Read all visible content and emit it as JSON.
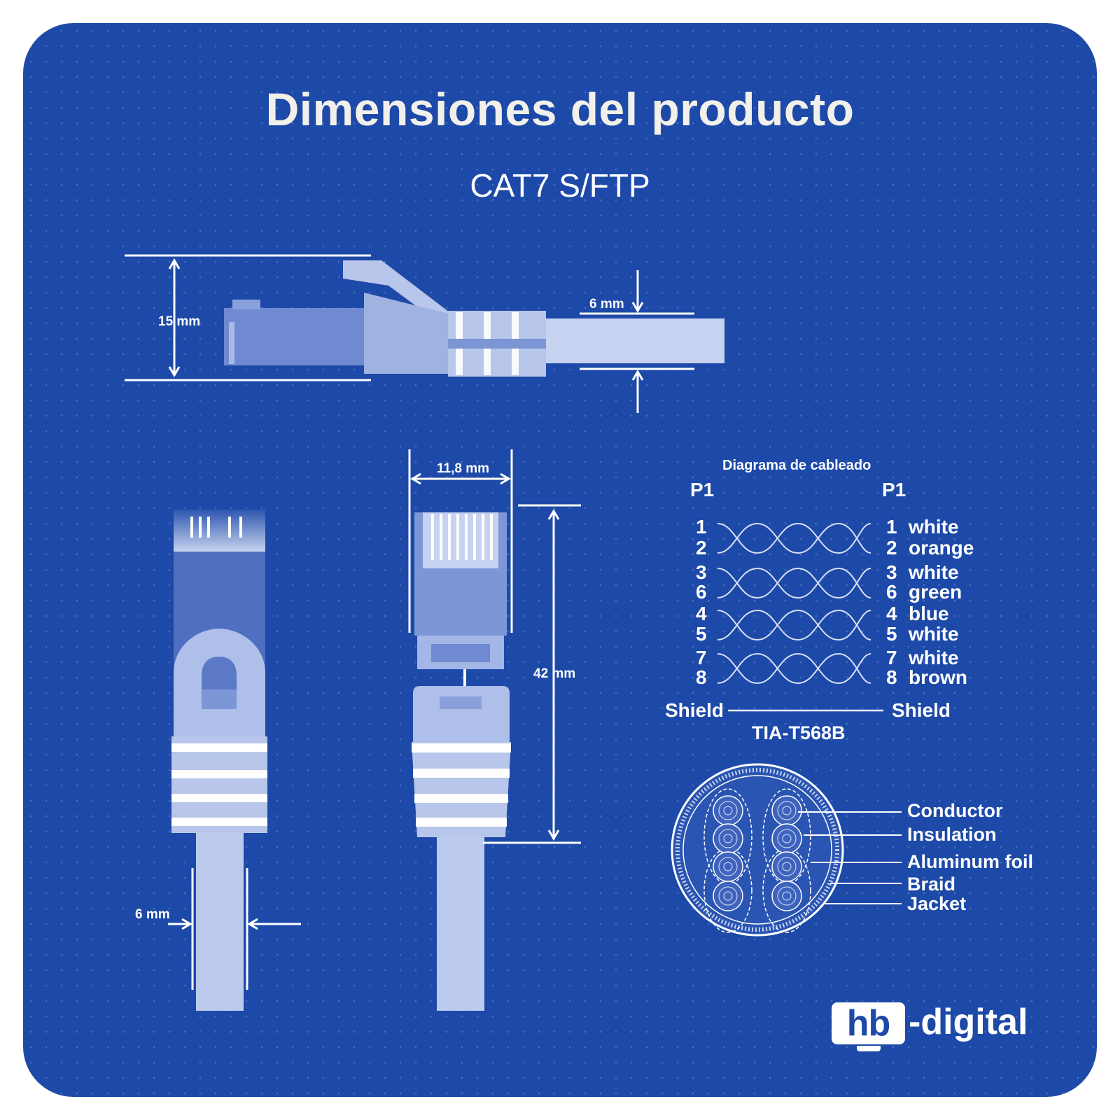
{
  "header": {
    "title": "Dimensiones del producto",
    "subtitle": "CAT7 S/FTP"
  },
  "dimensions": {
    "height_top": "15 mm",
    "cable_top": "6 mm",
    "width_front": "11,8 mm",
    "length_front": "42 mm",
    "cable_bottom": "6 mm"
  },
  "wiring": {
    "title": "Diagrama de cableado",
    "left_header": "P1",
    "right_header": "P1",
    "pairs": [
      {
        "left": [
          "1",
          "2"
        ],
        "right_pins": [
          "1",
          "2"
        ],
        "right_colors": [
          "white",
          "orange"
        ]
      },
      {
        "left": [
          "3",
          "6"
        ],
        "right_pins": [
          "3",
          "6"
        ],
        "right_colors": [
          "white",
          "green"
        ]
      },
      {
        "left": [
          "4",
          "5"
        ],
        "right_pins": [
          "4",
          "5"
        ],
        "right_colors": [
          "blue",
          "white"
        ]
      },
      {
        "left": [
          "7",
          "8"
        ],
        "right_pins": [
          "7",
          "8"
        ],
        "right_colors": [
          "white",
          "brown"
        ]
      }
    ],
    "shield_left": "Shield",
    "shield_right": "Shield",
    "standard": "TIA-T568B"
  },
  "cross_section": {
    "layers": [
      "Conductor",
      "Insulation",
      "Aluminum foil",
      "Braid",
      "Jacket"
    ]
  },
  "brand": {
    "logo_box": "hb",
    "logo_text": "-digital"
  },
  "colors": {
    "background": "#1d49a8",
    "drawing": "#b7c6ea",
    "text": "#ffffff"
  }
}
